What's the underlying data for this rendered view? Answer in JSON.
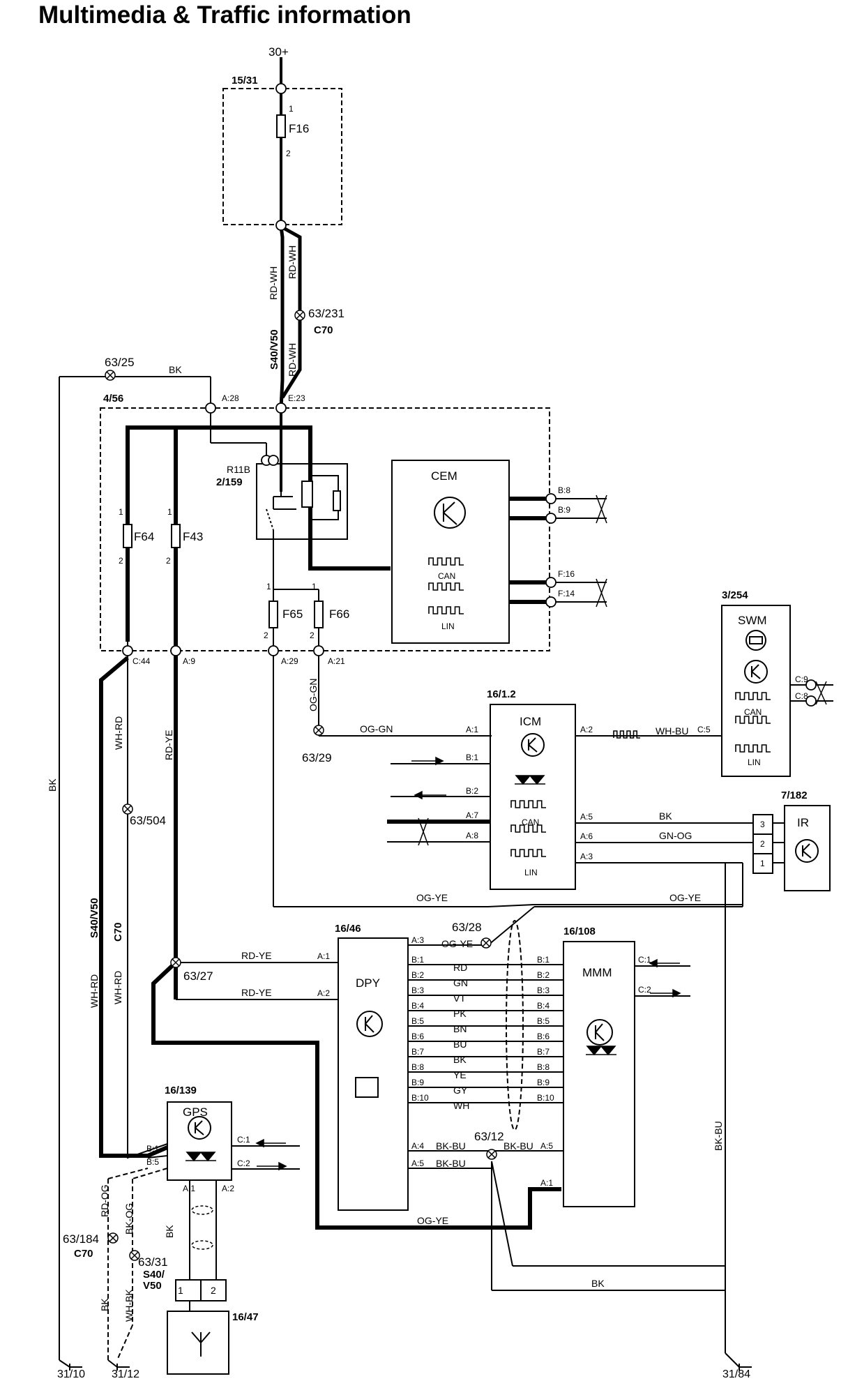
{
  "title": "Multimedia & Traffic information",
  "power": {
    "label": "30+"
  },
  "fuse_box": {
    "id": "15/31",
    "fuse": "F16",
    "pin1": "1",
    "pin2": "2"
  },
  "feed_wires": {
    "left": "RD-WH",
    "right": "RD-WH",
    "lower": "RD-WH",
    "model": "S40/V50",
    "splice": "63/231",
    "splice_model": "C70"
  },
  "ground_wire": {
    "splice": "63/25",
    "color": "BK",
    "vertical_color": "BK"
  },
  "central_module": {
    "id": "4/56",
    "conn_a28": "A:28",
    "conn_e23": "E:23",
    "relay": {
      "name": "R11B",
      "id": "2/159"
    },
    "fuses": {
      "f64": "F64",
      "f43": "F43",
      "f65": "F65",
      "f66": "F66",
      "pin1": "1",
      "pin2": "2"
    },
    "out_c44": "C:44",
    "out_a9": "A:9",
    "out_a29": "A:29",
    "out_a21": "A:21"
  },
  "cem": {
    "name": "CEM",
    "can": "CAN",
    "lin": "LIN",
    "pins": [
      "B:8",
      "B:9",
      "F:16",
      "F:14"
    ]
  },
  "swm": {
    "id": "3/254",
    "name": "SWM",
    "can": "CAN",
    "lin": "LIN",
    "pins": [
      "C:9",
      "C:8",
      "C:5"
    ]
  },
  "icm": {
    "id": "16/1.2",
    "name": "ICM",
    "can": "CAN",
    "lin": "LIN",
    "left_pins": [
      "A:1",
      "B:1",
      "B:2",
      "A:7",
      "A:8"
    ],
    "right_pins": [
      "A:2",
      "A:5",
      "A:6",
      "A:3"
    ]
  },
  "ir": {
    "id": "7/182",
    "name": "IR",
    "pins": [
      "3",
      "2",
      "1"
    ]
  },
  "wires": {
    "og_gn": "OG-GN",
    "og_gn_v": "OG-GN",
    "splice_63_29": "63/29",
    "wh_bu": "WH-BU",
    "bk": "BK",
    "gn_og": "GN-OG",
    "og_ye_1": "OG-YE",
    "og_ye_2": "OG-YE",
    "og_ye_3": "OG-YE",
    "og_ye_bottom": "OG-YE",
    "splice_63_28": "63/28",
    "wh_rd_upper": "WH-RD",
    "rd_ye_upper": "RD-YE",
    "splice_63_504": "63/504",
    "model_s40": "S40/V50",
    "model_c70": "C70",
    "wh_rd_l1": "WH-RD",
    "wh_rd_l2": "WH-RD",
    "splice_63_27": "63/27",
    "rd_ye_a1": "RD-YE",
    "rd_ye_a2": "RD-YE",
    "bk_bu_vertical": "BK-BU",
    "bk_bottom": "BK"
  },
  "dpy": {
    "id": "16/46",
    "name": "DPY",
    "top_pins": [
      "A:1",
      "A:2"
    ],
    "right_pins": [
      "A:3",
      "B:1",
      "B:2",
      "B:3",
      "B:4",
      "B:5",
      "B:6",
      "B:7",
      "B:8",
      "B:9",
      "B:10",
      "A:4",
      "A:5"
    ]
  },
  "mmm": {
    "id": "16/108",
    "name": "MMM",
    "left_pins": [
      "B:1",
      "B:2",
      "B:3",
      "B:4",
      "B:5",
      "B:6",
      "B:7",
      "B:8",
      "B:9",
      "B:10",
      "A:5",
      "A:1"
    ],
    "right_pins": [
      "C:1",
      "C:2"
    ]
  },
  "bus_colors": [
    "RD",
    "GN",
    "VT",
    "PK",
    "BN",
    "BU",
    "BK",
    "YE",
    "GY",
    "WH"
  ],
  "bk_bu_wires": {
    "splice": "63/12",
    "a4": "BK-BU",
    "a5": "BK-BU",
    "right": "BK-BU"
  },
  "gps": {
    "id": "16/139",
    "name": "GPS",
    "pins": [
      "B:1",
      "B:5",
      "C:1",
      "C:2",
      "A:1",
      "A:2"
    ]
  },
  "antenna_wires": {
    "rd_og": "RD-OG",
    "bk_og": "BK-OG",
    "bk": "BK",
    "splice_184": "63/184",
    "c70": "C70",
    "splice_31": "63/31",
    "model_a": "S40/",
    "model_b": "V50",
    "bk_left": "BK",
    "wh_bk": "WH-BK"
  },
  "antenna": {
    "id": "16/47",
    "pins": [
      "1",
      "2"
    ]
  },
  "grounds": [
    "31/10",
    "31/12",
    "31/84"
  ]
}
